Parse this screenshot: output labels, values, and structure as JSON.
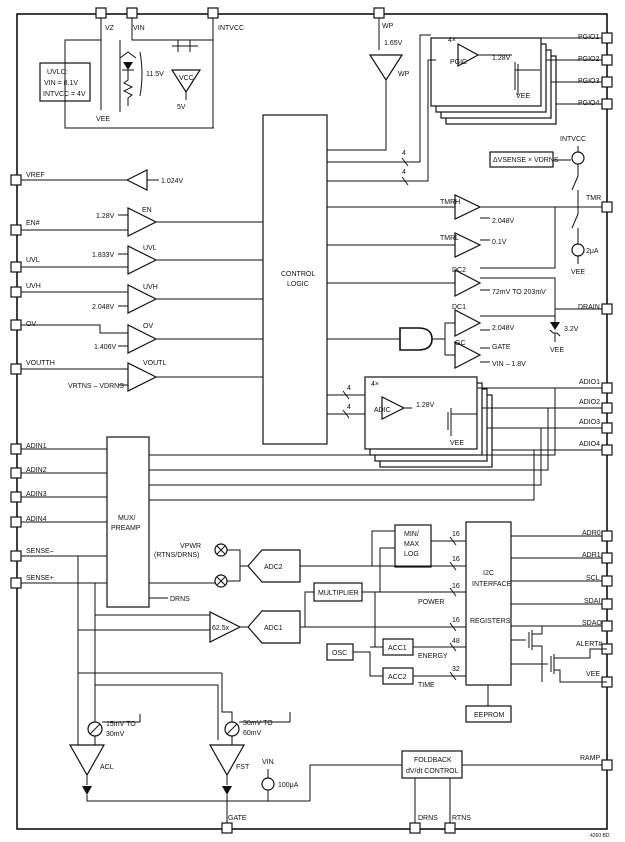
{
  "top_pins": {
    "vz": "VZ",
    "vin": "VIN",
    "intvcc": "INTVCC",
    "wp": "WP"
  },
  "uvlo": {
    "line1": "UVLO:",
    "line2": "VIN = 8.1V",
    "line3": "INTVCC = 4V"
  },
  "zener_box": {
    "voltage": "11.5V",
    "vee": "VEE",
    "ldo": "VCC",
    "ldo_out": "5V"
  },
  "wp_amp": {
    "ref": "1.65V",
    "label": "WP"
  },
  "pgio": {
    "mult": "4×",
    "ref": "1.28V",
    "name": "PGIC",
    "vee": "VEE",
    "pins": [
      "PGIO1",
      "PGIO2",
      "PGIO3",
      "PGIO4"
    ]
  },
  "bus_widths": {
    "four": "4",
    "sixteen": "16",
    "fortyeight": "48",
    "thirtytwo": "32"
  },
  "intvcc_right": {
    "label": "INTVCC",
    "formula": "ΔVSENSE × VDRNS"
  },
  "vref": {
    "pin": "VREF",
    "value": "1.024V"
  },
  "left_comps": [
    {
      "pin": "EN#",
      "ref": "1.28V",
      "name": "EN"
    },
    {
      "pin": "UVL",
      "ref": "1.833V",
      "name": "UVL"
    },
    {
      "pin": "UVH",
      "ref": "2.048V",
      "name": "UVH"
    },
    {
      "pin": "OV",
      "ref": "1.406V",
      "name": "OV"
    },
    {
      "pin": "VOUTTH",
      "ref": "VRTNS – VDRNS",
      "name": "VOUTL"
    }
  ],
  "control_logic": {
    "line1": "CONTROL",
    "line2": "LOGIC"
  },
  "timer": {
    "tmrh": "TMRH",
    "tmrh_ref": "2.048V",
    "tmrl": "TMRL",
    "tmrl_ref": "0.1V",
    "pin": "TMR",
    "current": "2μA",
    "vee": "VEE"
  },
  "dc2": {
    "name": "DC2",
    "ref": "72mV TO 203mV"
  },
  "dc1": {
    "name": "DC1",
    "ref": "2.048V"
  },
  "drain": {
    "pin": "DRAIN",
    "zener": "3.2V",
    "vee": "VEE"
  },
  "gc": {
    "name": "GC",
    "out": "GATE",
    "ref": "VIN – 1.8V"
  },
  "adio": {
    "mult": "4×",
    "ref": "1.28V",
    "name": "ADIC",
    "vee": "VEE",
    "pins": [
      "ADIO1",
      "ADIO2",
      "ADIO3",
      "ADIO4"
    ]
  },
  "adin_pins": [
    "ADIN1",
    "ADIN2",
    "ADIN3",
    "ADIN4"
  ],
  "sense_pins": {
    "minus": "SENSE–",
    "plus": "SENSE+"
  },
  "mux": {
    "line1": "MUX/",
    "line2": "PREAMP",
    "drns": "DRNS"
  },
  "vpwr": {
    "line1": "VPWR",
    "line2": "(RTNS/DRNS)"
  },
  "adc2": "ADC2",
  "adc1": "ADC1",
  "gain": "62.5x",
  "multiplier": "MULTIPLIER",
  "minmax": {
    "line1": "MIN/",
    "line2": "MAX",
    "line3": "LOG"
  },
  "acc1": "ACC1",
  "acc2": "ACC2",
  "osc": "OSC",
  "signals": {
    "power": "POWER",
    "energy": "ENERGY",
    "time": "TIME"
  },
  "i2c": {
    "line1": "I2C",
    "line2": "INTERFACE",
    "line3": "REGISTERS"
  },
  "eeprom": "EEPROM",
  "right_pins": {
    "adr0": "ADR0",
    "adr1": "ADR1",
    "scl": "SCL",
    "sdai": "SDAI",
    "sdao": "SDAO",
    "alert": "ALERT#",
    "vee": "VEE",
    "ramp": "RAMP"
  },
  "acl": {
    "name": "ACL",
    "ref1": "15mV TO",
    "ref2": "30mV"
  },
  "fst": {
    "name": "FST",
    "ref1": "30mV TO",
    "ref2": "60mV"
  },
  "vin_src": {
    "label": "VIN",
    "current": "100μA"
  },
  "foldback": {
    "line1": "FOLDBACK",
    "line2": "dV/dt CONTROL"
  },
  "bottom_pins": {
    "gate": "GATE",
    "drns": "DRNS",
    "rtns": "RTNS"
  },
  "doc_code": "4260 BD"
}
